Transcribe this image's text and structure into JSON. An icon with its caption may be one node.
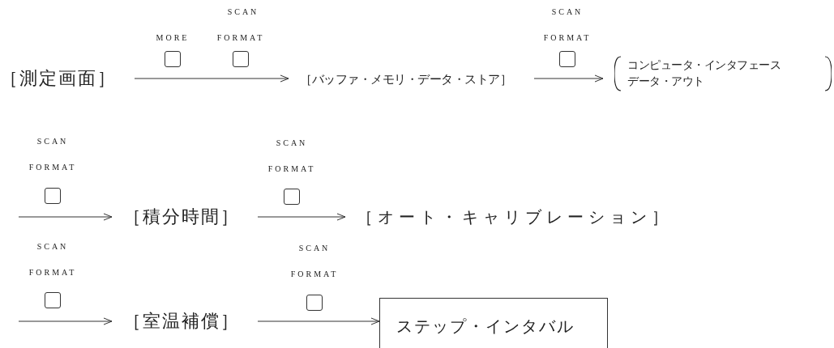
{
  "diagram": {
    "nodes": [
      {
        "text": [
          "［測定画面］"
        ]
      },
      {
        "text": [
          "［バッファ・メモリ・データ・ストア］"
        ]
      },
      {
        "text": [
          "コンピュータ・インタフェース",
          "データ・アウト"
        ]
      },
      {
        "text": [
          "［積分時間］"
        ]
      },
      {
        "text": [
          "［オート・キャリブレーション］"
        ]
      },
      {
        "text": [
          "［室温補償］"
        ]
      },
      {
        "text": [
          "ステップ・インタバル"
        ]
      }
    ],
    "edges": [
      {
        "from": 0,
        "to": 1,
        "arrow": "to"
      },
      {
        "from": 1,
        "to": 2,
        "arrow": "to"
      },
      {
        "from": null,
        "to": 3,
        "arrow": "to"
      },
      {
        "from": 3,
        "to": 4,
        "arrow": "to"
      },
      {
        "from": null,
        "to": 5,
        "arrow": "to"
      },
      {
        "from": 5,
        "to": 6,
        "arrow": "to"
      }
    ],
    "labels": [
      "SCAN",
      "MORE",
      "FORMAT",
      "SCAN",
      "FORMAT",
      "SCAN",
      "FORMAT",
      "SCAN",
      "FORMAT",
      "SCAN",
      "FORMAT",
      "SCAN",
      "FORMAT"
    ]
  }
}
